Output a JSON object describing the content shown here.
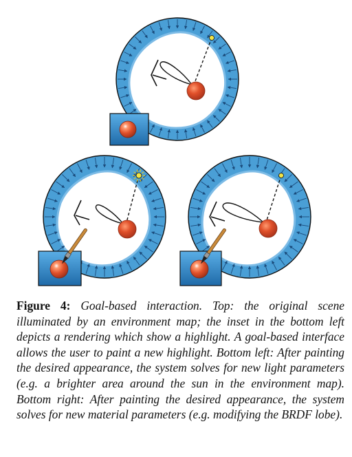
{
  "figure": {
    "panels": [
      {
        "id": "top",
        "highlight": "original"
      },
      {
        "id": "bottom-left",
        "highlight": "brighter-sun"
      },
      {
        "id": "bottom-right",
        "highlight": "modified-brdf"
      }
    ],
    "colors": {
      "env_ring": "#4a9fd6",
      "env_ring_light": "#7cbbe6",
      "ring_outline": "#111111",
      "sphere": "#e0502a",
      "inset_bg": "#2e7fc0",
      "sun": "#f2e447",
      "brush_handle": "#c98a3a"
    },
    "icons": [
      "environment-map-ring",
      "light-arrow",
      "sun-icon",
      "brdf-lobe",
      "sphere",
      "eye-glyph",
      "paintbrush-icon",
      "rendering-inset"
    ]
  },
  "caption": {
    "label": "Figure 4:",
    "text": "Goal-based interaction. Top: the original scene illuminated by an environment map; the inset in the bottom left depicts a rendering which show a highlight. A goal-based interface allows the user to paint a new highlight. Bottom left: After painting the desired appearance, the system solves for new light parameters (e.g. a brighter area around the sun in the environment map). Bottom right: After painting the desired appearance, the system solves for new material parameters (e.g. modifying the BRDF lobe)."
  }
}
